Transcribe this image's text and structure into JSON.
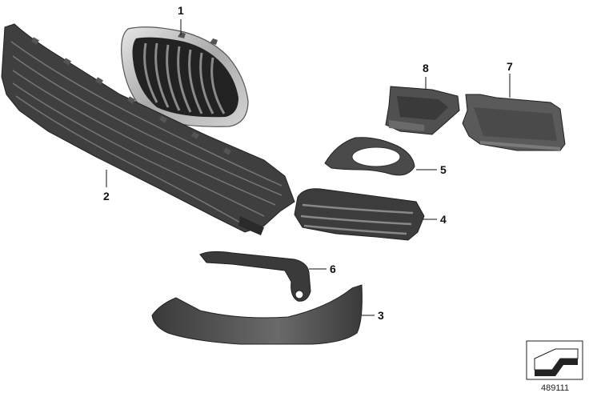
{
  "diagram": {
    "callouts": [
      {
        "id": "1",
        "label": "1"
      },
      {
        "id": "2",
        "label": "2"
      },
      {
        "id": "3",
        "label": "3"
      },
      {
        "id": "4",
        "label": "4"
      },
      {
        "id": "5",
        "label": "5"
      },
      {
        "id": "6",
        "label": "6"
      },
      {
        "id": "7",
        "label": "7"
      },
      {
        "id": "8",
        "label": "8"
      }
    ],
    "document_number": "489111",
    "colors": {
      "part_fill": "#4a4a4a",
      "part_dark": "#2a2a2a",
      "chrome": "#c8c8c8",
      "line": "#111111"
    }
  }
}
